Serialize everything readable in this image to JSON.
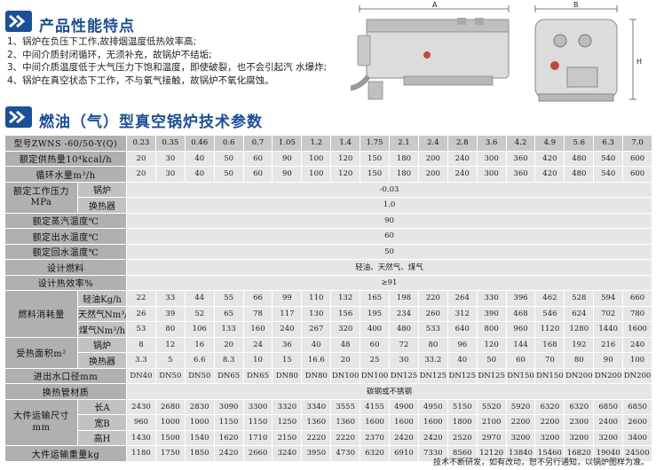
{
  "section1": {
    "title": "产品性能特点",
    "features": [
      "1、锅炉在负压下工作,故排烟温度低热效率高;",
      "2、中间介质封闭循环，无须补充，故锅炉不结垢;",
      "3、中间介质温度低于大气压力下饱和温度，即使破裂，也不会引起汽 水爆炸;",
      "4、锅炉在真空状态下工作，不与氧气接触，故锅炉不氧化腐蚀。"
    ]
  },
  "drawing": {
    "label_a": "A",
    "label_b": "B",
    "label_h": "H"
  },
  "section2": {
    "title": "燃油（气）型真空锅炉技术参数"
  },
  "colors": {
    "accent": "#1a4f9c",
    "label_bg": "#b0b0b0",
    "cell_bg": "#e6e6e6"
  },
  "table": {
    "model_label": "型号ZWNS -60/50-Y(Q)",
    "models": [
      "0.23",
      "0.35",
      "0.46",
      "0.6",
      "0.7",
      "1.05",
      "1.2",
      "1.4",
      "1.75",
      "2.1",
      "2.4",
      "2.8",
      "3.6",
      "4.2",
      "4.9",
      "5.6",
      "6.3",
      "7.0"
    ],
    "heat_supply": {
      "label": "额定供热量10⁴kcal/h",
      "values": [
        "20",
        "30",
        "40",
        "50",
        "60",
        "90",
        "100",
        "120",
        "150",
        "180",
        "200",
        "240",
        "300",
        "360",
        "420",
        "480",
        "540",
        "600"
      ]
    },
    "circulation": {
      "label": "循环水量m³/h",
      "values": [
        "20",
        "30",
        "40",
        "50",
        "60",
        "90",
        "100",
        "120",
        "150",
        "180",
        "200",
        "240",
        "300",
        "360",
        "420",
        "480",
        "540",
        "600"
      ]
    },
    "pressure": {
      "label": "额定工作压力MPa",
      "boiler_label": "锅炉",
      "boiler_value": "-0.03",
      "exchanger_label": "换热器",
      "exchanger_value": "1.0"
    },
    "steam_temp": {
      "label": "额定蒸汽温度℃",
      "value": "90"
    },
    "outlet_temp": {
      "label": "额定出水温度℃",
      "value": "60"
    },
    "return_temp": {
      "label": "额定回水温度℃",
      "value": "50"
    },
    "fuel": {
      "label": "设计燃料",
      "value": "轻油、天然气、煤气"
    },
    "efficiency": {
      "label": "设计热效率%",
      "value": "≥91"
    },
    "consumption": {
      "label": "燃料消耗量",
      "oil": {
        "label": "轻油Kg/h",
        "values": [
          "22",
          "33",
          "44",
          "55",
          "66",
          "99",
          "110",
          "132",
          "165",
          "198",
          "220",
          "264",
          "330",
          "396",
          "462",
          "528",
          "594",
          "660"
        ]
      },
      "natural_gas": {
        "label": "天然气Nm³/h",
        "values": [
          "26",
          "39",
          "52",
          "65",
          "78",
          "117",
          "130",
          "156",
          "195",
          "234",
          "260",
          "312",
          "390",
          "468",
          "546",
          "624",
          "702",
          "780"
        ]
      },
      "coal_gas": {
        "label": "煤气Nm³/h",
        "values": [
          "53",
          "80",
          "106",
          "133",
          "160",
          "240",
          "267",
          "320",
          "400",
          "480",
          "533",
          "640",
          "800",
          "960",
          "1120",
          "1280",
          "1440",
          "1600"
        ]
      }
    },
    "heating_area": {
      "label": "受热面积m²",
      "boiler": {
        "label": "锅炉",
        "values": [
          "8",
          "12",
          "16",
          "20",
          "24",
          "36",
          "40",
          "48",
          "60",
          "72",
          "80",
          "96",
          "120",
          "144",
          "168",
          "192",
          "216",
          "240"
        ]
      },
      "exchanger": {
        "label": "换热器",
        "values": [
          "3.3",
          "5",
          "6.6",
          "8.3",
          "10",
          "15",
          "16.6",
          "20",
          "25",
          "30",
          "33.2",
          "40",
          "50",
          "60",
          "70",
          "80",
          "90",
          "100"
        ]
      }
    },
    "pipe": {
      "label": "进出水口径mm",
      "values": [
        "DN40",
        "DN50",
        "DN50",
        "DN65",
        "DN65",
        "DN80",
        "DN80",
        "DN100",
        "DN100",
        "DN125",
        "DN125",
        "DN125",
        "DN125",
        "DN150",
        "DN150",
        "DN200",
        "DN200",
        "DN200"
      ]
    },
    "tube_material": {
      "label": "换热管材质",
      "value": "碳钢或不锈钢"
    },
    "dimensions": {
      "label": "大件运输尺寸mm",
      "length": {
        "label": "长A",
        "values": [
          "2430",
          "2680",
          "2830",
          "3090",
          "3300",
          "3320",
          "3340",
          "3555",
          "4155",
          "4900",
          "4950",
          "5150",
          "5520",
          "5920",
          "6320",
          "6320",
          "6850",
          "6850"
        ]
      },
      "width": {
        "label": "宽B",
        "values": [
          "960",
          "1000",
          "1000",
          "1150",
          "1150",
          "1250",
          "1360",
          "1360",
          "1600",
          "1600",
          "1600",
          "1800",
          "2100",
          "2200",
          "2200",
          "2300",
          "2400",
          "2600"
        ]
      },
      "height": {
        "label": "高H",
        "values": [
          "1430",
          "1500",
          "1540",
          "1620",
          "1710",
          "2150",
          "2220",
          "2220",
          "2370",
          "2420",
          "2420",
          "2520",
          "2970",
          "3200",
          "3200",
          "3200",
          "3200",
          "3400"
        ]
      }
    },
    "weight": {
      "label": "大件运输重量kg",
      "values": [
        "1180",
        "1750",
        "1850",
        "2420",
        "2660",
        "3240",
        "3950",
        "4730",
        "6320",
        "6910",
        "7330",
        "8560",
        "12120",
        "13840",
        "15460",
        "16820",
        "19040",
        "24500"
      ]
    }
  },
  "footer": "技术不断研发，如有改动，恕不另行通知，以锅炉图样为准。"
}
